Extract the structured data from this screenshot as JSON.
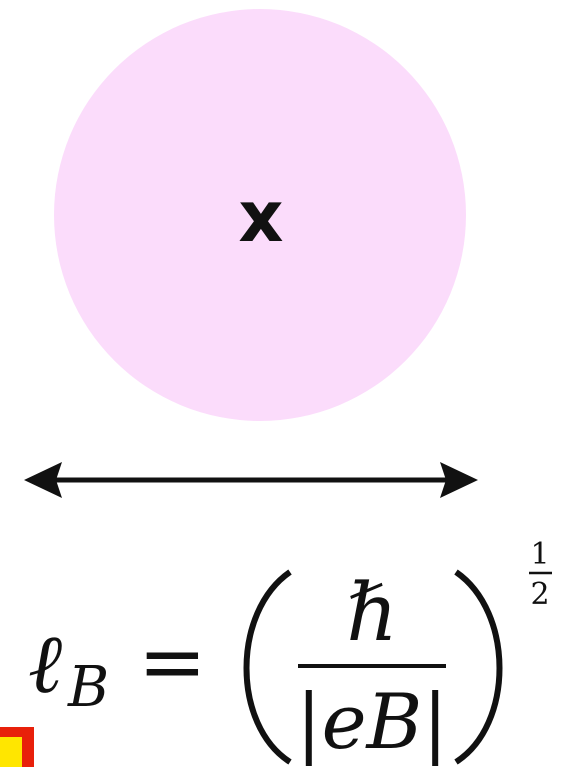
{
  "diagram": {
    "center_label": "x",
    "formula": {
      "lhs_symbol": "ℓ",
      "lhs_subscript": "B",
      "equals": "=",
      "numerator": "ℏ",
      "denominator": "|eB|",
      "exponent_numerator": "1",
      "exponent_denominator": "2"
    }
  },
  "colors": {
    "circle_fill": "#fbdcfb",
    "arrow": "#111111",
    "corner_mark_outer": "#e8200a",
    "corner_mark_inner": "#ffe600"
  }
}
